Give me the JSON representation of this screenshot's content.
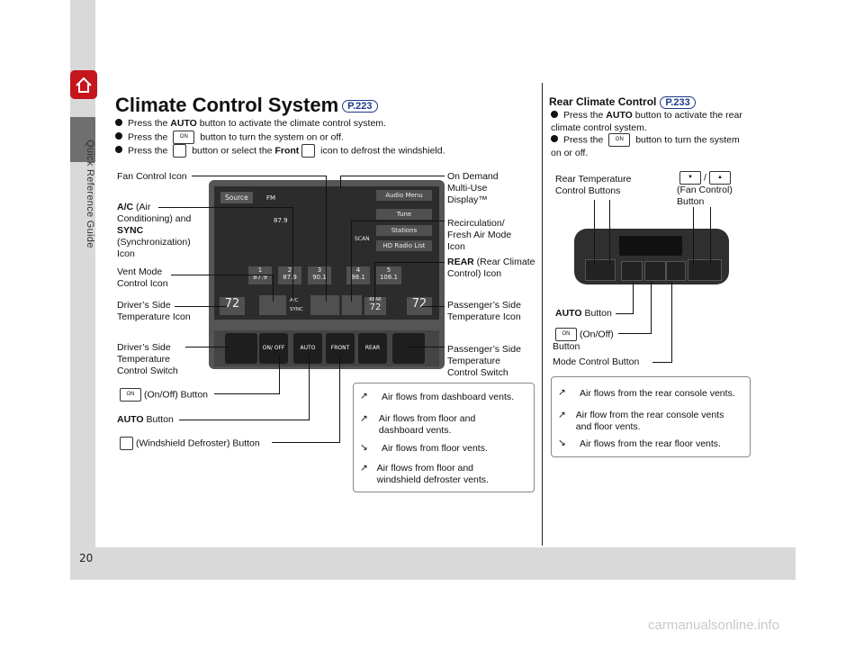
{
  "sidebar": {
    "label": "Quick Reference Guide",
    "page_number": "20"
  },
  "watermark": "carmanualsonline.info",
  "left": {
    "title": "Climate Control System",
    "title_ref": "P.223",
    "bullets": [
      {
        "pre": "Press the ",
        "bold": "AUTO",
        "post": " button to activate the climate control system."
      },
      {
        "pre": "Press the ",
        "post": " button to turn the system on or off."
      },
      {
        "pre": "Press the ",
        "mid": " button or select the ",
        "bold": "Front",
        "post": " icon to defrost the windshield."
      }
    ],
    "labels": {
      "fan_control_icon": "Fan Control Icon",
      "ac_bold": "A/C",
      "ac_rest1": " (Air",
      "ac_rest2": "Conditioning) and",
      "sync_bold": "SYNC",
      "sync_rest1": "(Synchronization)",
      "sync_rest2": "Icon",
      "vent_mode1": "Vent Mode",
      "vent_mode2": "Control Icon",
      "driver_temp1": "Driver’s Side",
      "driver_temp2": "Temperature Icon",
      "driver_switch1": "Driver’s Side",
      "driver_switch2": "Temperature",
      "driver_switch3": "Control Switch",
      "onoff_button": "(On/Off) Button",
      "auto_bold": "AUTO",
      "auto_rest": " Button",
      "defroster_button": "(Windshield Defroster) Button",
      "on_demand1": "On Demand",
      "on_demand2": "Multi-Use",
      "on_demand3": "Display™",
      "recirc1": "Recirculation/",
      "recirc2": "Fresh Air Mode",
      "recirc3": "Icon",
      "rear_bold": "REAR",
      "rear_rest1": " (Rear Climate",
      "rear_rest2": "Control) Icon",
      "pass_temp1": "Passenger’s Side",
      "pass_temp2": "Temperature Icon",
      "pass_switch1": "Passenger’s Side",
      "pass_switch2": "Temperature",
      "pass_switch3": "Control Switch"
    },
    "airflow": [
      "Air flows from dashboard vents.",
      "Air flows from floor and dashboard vents.",
      "Air flows from floor vents.",
      "Air flows from floor and windshield defroster vents."
    ],
    "screen": {
      "source": "Source",
      "fm": "FM",
      "audio_menu": "Audio Menu",
      "tune": "Tune",
      "stations": "Stations",
      "hd_radio": "HD Radio List",
      "scan": "SCAN",
      "freq": "87.9",
      "presets": [
        {
          "n": "1",
          "f": "87.9"
        },
        {
          "n": "2",
          "f": "87.9"
        },
        {
          "n": "3",
          "f": "90.1"
        },
        {
          "n": "4",
          "f": "98.1"
        },
        {
          "n": "5",
          "f": "106.1"
        }
      ],
      "temp_left": "72",
      "temp_mid": "72",
      "temp_right": "72",
      "ac": "A/C",
      "sync": "SYNC",
      "rear": "REAR",
      "hw_onoff": "ON/ OFF",
      "hw_auto": "AUTO",
      "hw_front": "FRONT",
      "hw_rear": "REAR"
    }
  },
  "right": {
    "title": "Rear Climate Control",
    "title_ref": "P.233",
    "bullets": [
      {
        "pre": "Press the ",
        "bold": "AUTO",
        "post": " button to activate the rear climate control system."
      },
      {
        "pre": "Press the ",
        "post": " button to turn the system on or off."
      }
    ],
    "labels": {
      "rear_temp1": "Rear Temperature",
      "rear_temp2": "Control Buttons",
      "fan1": "(Fan Control)",
      "fan2": "Button",
      "slash": "/",
      "auto_bold": "AUTO",
      "auto_rest": " Button",
      "onoff1": "(On/Off)",
      "onoff2": "Button",
      "mode": "Mode Control Button"
    },
    "airflow": [
      "Air flows from the rear console vents.",
      "Air flow from the rear console vents and floor vents.",
      "Air flows from the rear floor vents."
    ]
  }
}
